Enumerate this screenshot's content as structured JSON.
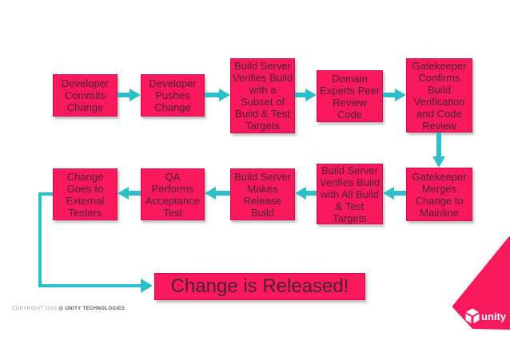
{
  "slide": {
    "background_color": "#ffffff",
    "box_color": "#FB195E",
    "box_border_color": "#D40B4E",
    "arrow_color": "#2BBFC9",
    "box_text_color": "#4B2137"
  },
  "flow": {
    "nodes": [
      {
        "id": "developer-commits-change",
        "label": "Developer\nCommits\nChange"
      },
      {
        "id": "developer-pushes-change",
        "label": "Developer\nPushes\nChange"
      },
      {
        "id": "build-server-verifies-subset",
        "label": "Build Server\nVerifies Build\nwith a\nSubset of\nBuild & Test\nTargets"
      },
      {
        "id": "domain-experts-peer-review",
        "label": "Domain\nExperts Peer\nReview\nCode"
      },
      {
        "id": "gatekeeper-confirms",
        "label": "Gatekeeper\nConfirms\nBuild\nVerification\nand Code\nReview"
      },
      {
        "id": "gatekeeper-merges",
        "label": "Gatekeeper\nMerges\nChange to\nMainline"
      },
      {
        "id": "build-server-verifies-all",
        "label": "Build Server\nVerifies Build\nwith All Build\n& Test\nTargets"
      },
      {
        "id": "build-server-release-build",
        "label": "Build Server\nMakes\nRelease\nBuild"
      },
      {
        "id": "qa-acceptance-test",
        "label": "QA\nPerforms\nAcceptance\nTest"
      },
      {
        "id": "change-external-testers",
        "label": "Change\nGoes to\nExternal\nTesters"
      },
      {
        "id": "change-released",
        "label": "Change is Released!"
      }
    ]
  },
  "footer": {
    "copyright_prefix": "COPYRIGHT 2016 ",
    "copyright_company": "@ UNITY TECHNOLOGIES",
    "brand_wordmark": "unity"
  }
}
